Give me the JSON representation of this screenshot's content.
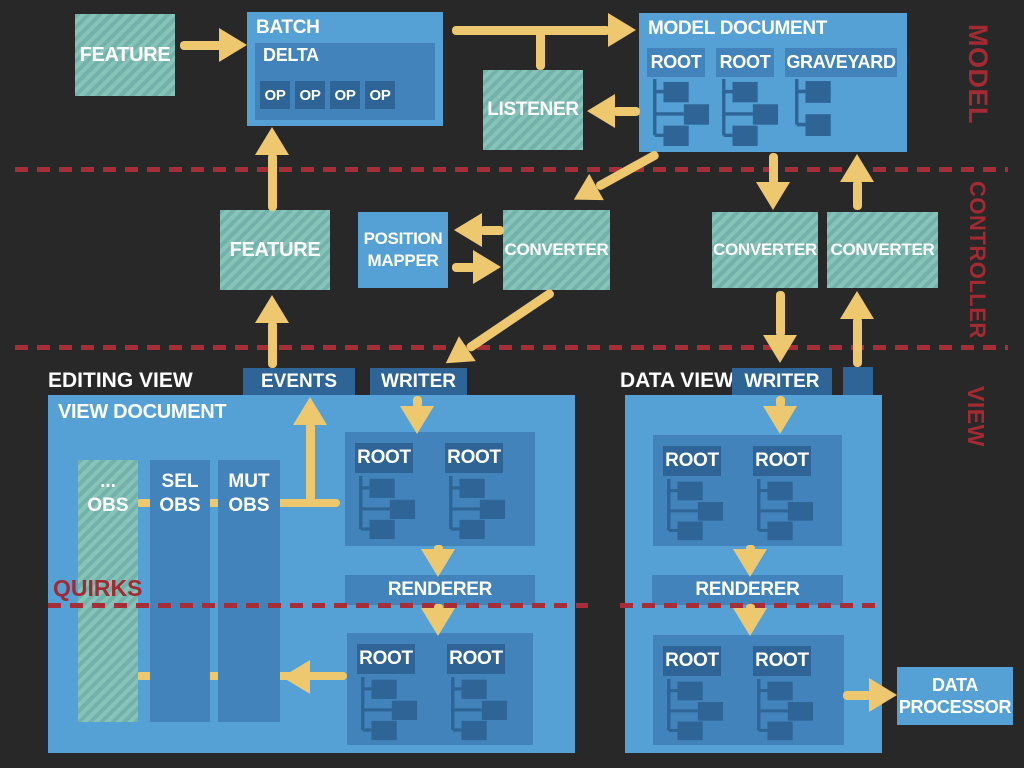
{
  "colors": {
    "background": "#282828",
    "box_blue": "#55a1d6",
    "box_blue_medium": "#4183ba",
    "box_blue_dark": "#2e6496",
    "box_teal": "#73b2aa",
    "box_teal_stripe": "#88c3ba",
    "arrow_yellow": "#eec86f",
    "layer_red": "#a12a33",
    "text_white": "#ffffff"
  },
  "model": {
    "layer_label": "MODEL",
    "feature": "FEATURE",
    "batch": "BATCH",
    "delta": "DELTA",
    "op": "OP",
    "listener": "LISTENER",
    "document_title": "MODEL DOCUMENT",
    "root": "ROOT",
    "graveyard": "GRAVEYARD"
  },
  "controller": {
    "layer_label": "CONTROLLER",
    "feature": "FEATURE",
    "position_mapper_line1": "POSITION",
    "position_mapper_line2": "MAPPER",
    "converter": "CONVERTER"
  },
  "view": {
    "layer_label": "VIEW",
    "editing_view_title": "EDITING VIEW",
    "data_view_title": "DATA VIEW",
    "events_tab": "EVENTS",
    "writer_tab": "WRITER",
    "document_title": "VIEW DOCUMENT",
    "obs_dots": "...",
    "obs": "OBS",
    "sel": "SEL",
    "mut": "MUT",
    "quirks": "QUIRKS",
    "renderer": "RENDERER",
    "root": "ROOT",
    "data_processor_line1": "DATA",
    "data_processor_line2": "PROCESSOR"
  }
}
